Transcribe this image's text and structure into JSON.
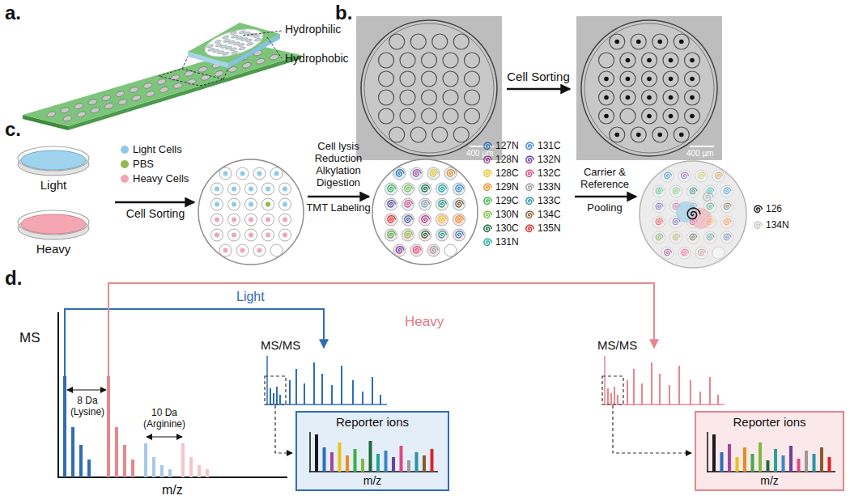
{
  "diagram": {
    "nodes": [
      {
        "text": [
          "Light"
        ]
      },
      {
        "text": [
          "Heavy"
        ]
      },
      {
        "text": [
          "Reporter ions",
          "m/z"
        ]
      },
      {
        "text": [
          "Reporter ions",
          "m/z"
        ]
      }
    ],
    "labels": [
      "a.",
      "Hydrophilic",
      "Hydrophobic",
      "b.",
      "Cell Sorting",
      "400 µm",
      "400 µm",
      "c.",
      "Cell Sorting",
      "Cell lysis Reduction Alkylation Digestion",
      "TMT Labeling",
      "Carrier & Reference",
      "Pooling",
      "d.",
      "MS",
      "Light",
      "Heavy",
      "8 Da (Lysine)",
      "10 Da (Arginine)",
      "m/z",
      "MS/MS",
      "MS/MS"
    ],
    "legend": [
      {
        "text": "Light Cells",
        "color": "#8ccbe8"
      },
      {
        "text": "PBS",
        "color": "#8dbb4c"
      },
      {
        "text": "Heavy Cells",
        "color": "#f2a5b3"
      },
      {
        "text": "127N",
        "color": "#2f6db5"
      },
      {
        "text": "128N",
        "color": "#a3469c"
      },
      {
        "text": "128C",
        "color": "#e9c21b"
      },
      {
        "text": "129N",
        "color": "#ef8a1e"
      },
      {
        "text": "129C",
        "color": "#3fae49"
      },
      {
        "text": "130N",
        "color": "#7dbb3f"
      },
      {
        "text": "130C",
        "color": "#1e6b3c"
      },
      {
        "text": "131N",
        "color": "#23a69a"
      },
      {
        "text": "131C",
        "color": "#3c86c6"
      },
      {
        "text": "132N",
        "color": "#6f3f9e"
      },
      {
        "text": "132C",
        "color": "#e0487e"
      },
      {
        "text": "133N",
        "color": "#9b9b9b"
      },
      {
        "text": "133C",
        "color": "#2a93a8"
      },
      {
        "text": "134C",
        "color": "#8a5a2c"
      },
      {
        "text": "135N",
        "color": "#d7262b"
      },
      {
        "text": "126",
        "color": "#1a1a1a"
      },
      {
        "text": "134N",
        "color": "#c2c2c2"
      }
    ]
  }
}
